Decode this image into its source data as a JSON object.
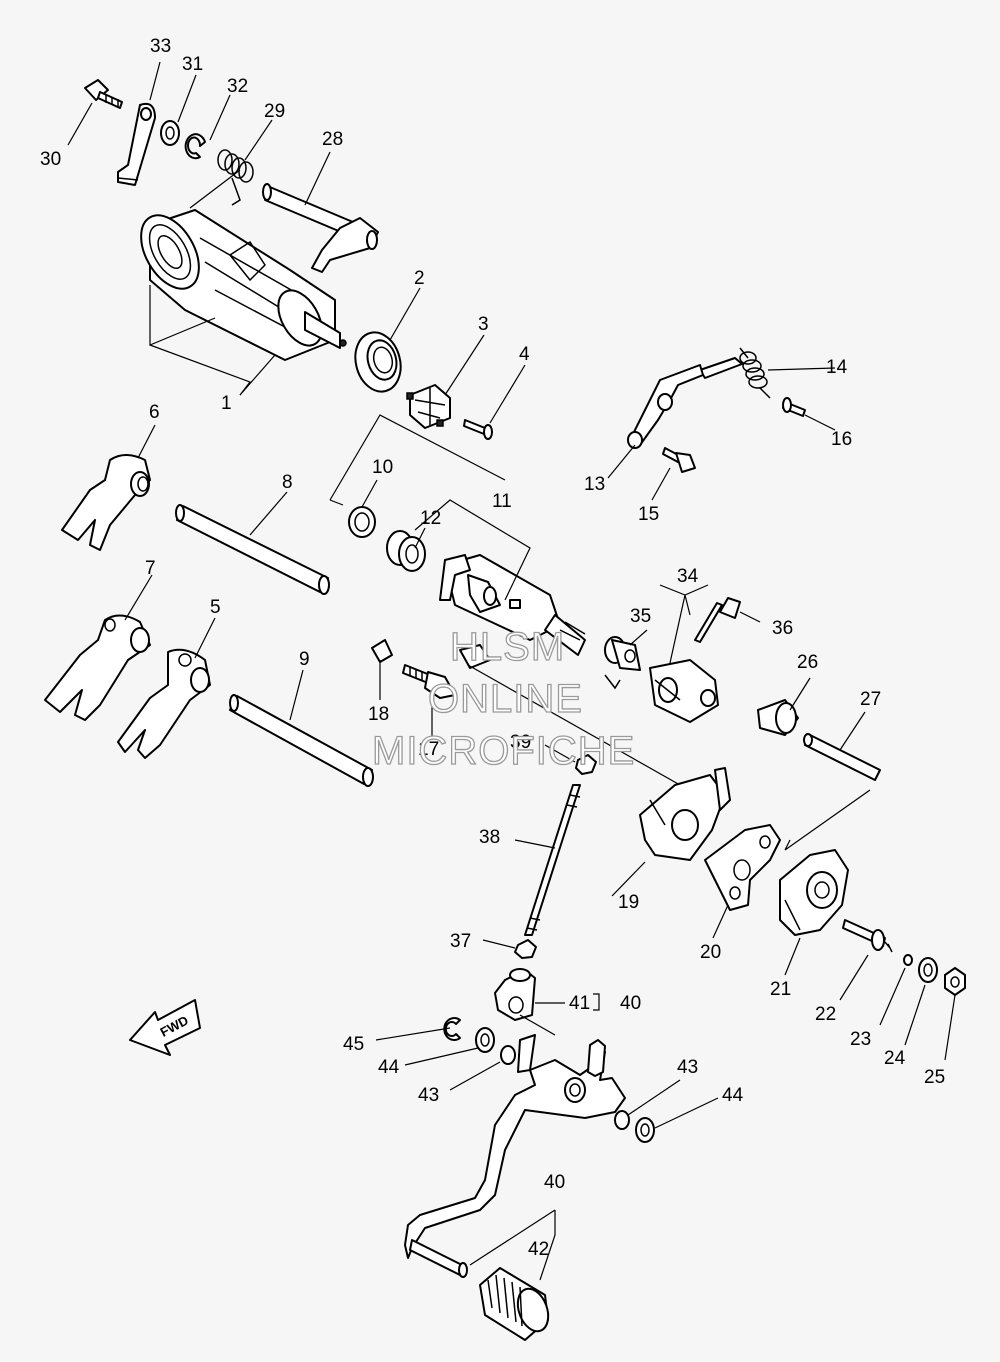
{
  "callouts": {
    "c1": "1",
    "c2": "2",
    "c3": "3",
    "c4": "4",
    "c5": "5",
    "c6": "6",
    "c7": "7",
    "c8": "8",
    "c9": "9",
    "c10": "10",
    "c11": "11",
    "c12": "12",
    "c13": "13",
    "c14": "14",
    "c15": "15",
    "c16": "16",
    "c17": "17",
    "c18": "18",
    "c19": "19",
    "c20": "20",
    "c21": "21",
    "c22": "22",
    "c23": "23",
    "c24": "24",
    "c25": "25",
    "c26": "26",
    "c27": "27",
    "c28": "28",
    "c29": "29",
    "c30": "30",
    "c31": "31",
    "c32": "32",
    "c33": "33",
    "c34": "34",
    "c35": "35",
    "c36": "36",
    "c37": "37",
    "c38": "38",
    "c39": "39",
    "c41": "41",
    "c40a": "40",
    "c40b": "40",
    "c42": "42",
    "c43a": "43",
    "c43b": "43",
    "c44a": "44",
    "c44b": "44",
    "c45": "45"
  },
  "fwd_label": "FWD",
  "watermark": {
    "line1": "HLSM",
    "line2": "ONLINE",
    "line3": "MICROFICHE"
  }
}
